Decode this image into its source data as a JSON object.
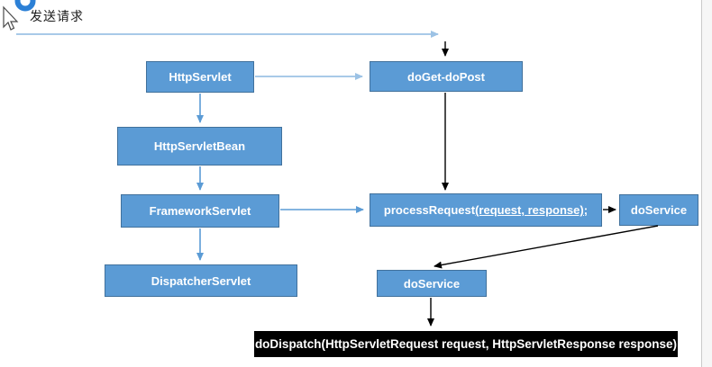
{
  "annotation": {
    "label": "发送请求"
  },
  "cursor": {
    "icon": "busy-arrow-cursor"
  },
  "colors": {
    "node_fill": "#5b9bd5",
    "node_border": "#41719c",
    "arrow_light_blue": "#9cc2e5",
    "arrow_blue": "#5b9bd5",
    "arrow_black": "#000000",
    "black_box_bg": "#000000",
    "node_text": "#ffffff"
  },
  "nodes": {
    "httpservlet": {
      "label": "HttpServlet"
    },
    "doget_dopost": {
      "label": "doGet-doPost"
    },
    "httpservletbean": {
      "label": "HttpServletBean"
    },
    "frameworkservlet": {
      "label": "FrameworkServlet"
    },
    "processrequest": {
      "prefix": "processRequest",
      "underlined": "(request, response);"
    },
    "doservice_right": {
      "label": "doService"
    },
    "dispatcherservlet": {
      "label": "DispatcherServlet"
    },
    "doservice_bottom": {
      "label": "doService"
    },
    "dodispatch": {
      "label": "doDispatch(HttpServletRequest request, HttpServletResponse response)"
    }
  },
  "edges": [
    {
      "from": "request-start",
      "to": "doget_dopost",
      "color": "light-blue"
    },
    {
      "from": "httpservlet",
      "to": "doget_dopost",
      "color": "light-blue"
    },
    {
      "from": "httpservlet",
      "to": "httpservletbean",
      "color": "blue"
    },
    {
      "from": "httpservletbean",
      "to": "frameworkservlet",
      "color": "blue"
    },
    {
      "from": "frameworkservlet",
      "to": "dispatcherservlet",
      "color": "blue"
    },
    {
      "from": "frameworkservlet",
      "to": "processrequest",
      "color": "blue"
    },
    {
      "from": "doget_dopost",
      "to": "processrequest",
      "color": "black"
    },
    {
      "from": "processrequest",
      "to": "doservice_right",
      "color": "black"
    },
    {
      "from": "doservice_right",
      "to": "doservice_bottom",
      "color": "black"
    },
    {
      "from": "doservice_bottom",
      "to": "dodispatch",
      "color": "black"
    }
  ]
}
